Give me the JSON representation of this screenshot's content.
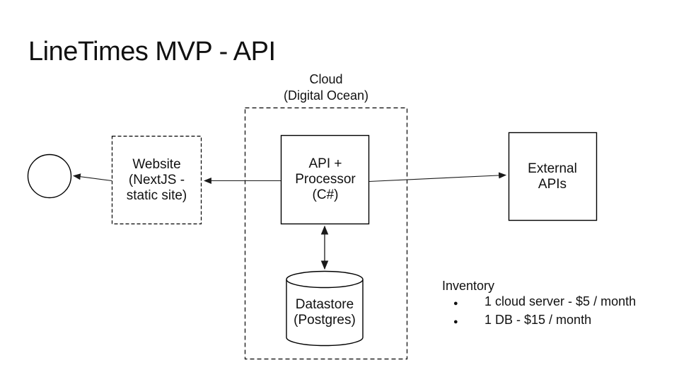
{
  "title": "LineTimes MVP - API",
  "cloud": {
    "label": "Cloud\n(Digital Ocean)"
  },
  "nodes": {
    "website": {
      "label": "Website\n(NextJS -\nstatic site)"
    },
    "api": {
      "label": "API +\nProcessor\n(C#)"
    },
    "external_apis": {
      "label": "External\nAPIs"
    },
    "datastore": {
      "label": "Datastore\n(Postgres)"
    }
  },
  "inventory": {
    "heading": "Inventory",
    "bullet": "●",
    "items": [
      "1 cloud server - $5 / month",
      "1 DB - $15 / month"
    ]
  },
  "colors": {
    "ink": "#000000",
    "background": "#ffffff"
  }
}
